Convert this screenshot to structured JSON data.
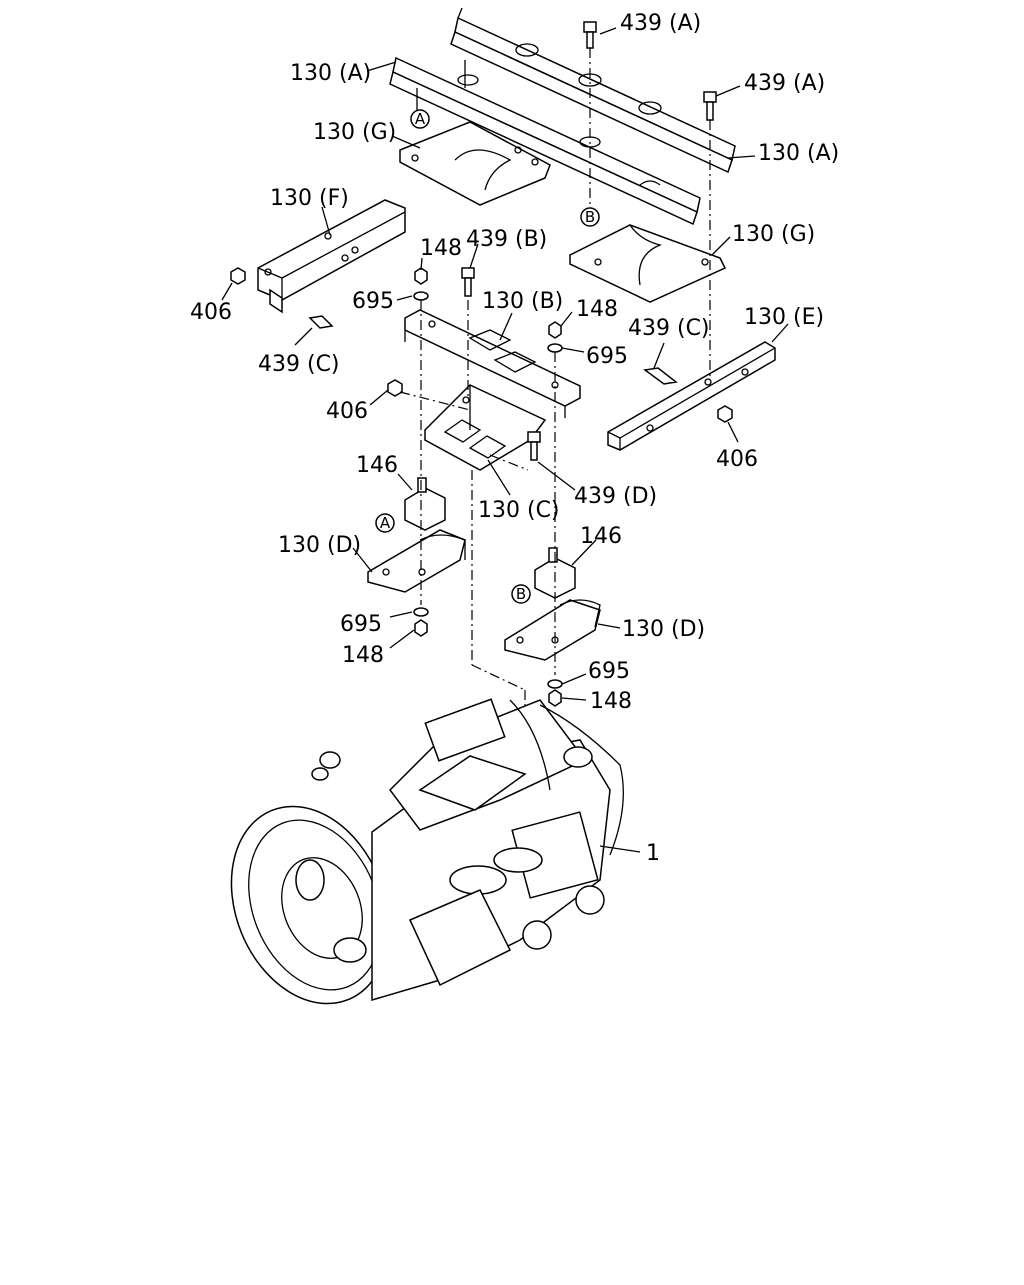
{
  "callouts": [
    "130 (A)",
    "439 (A)",
    "439 (A)",
    "130 (A)",
    "130 (G)",
    "130 (G)",
    "130 (F)",
    "406",
    "439 (C)",
    "148",
    "439 (B)",
    "695",
    "130 (B)",
    "148",
    "695",
    "439 (C)",
    "130 (E)",
    "406",
    "406",
    "439 (D)",
    "130 (C)",
    "146",
    "130 (D)",
    "695",
    "148",
    "146",
    "130 (D)",
    "695",
    "148",
    "1"
  ],
  "markers": [
    "A",
    "B",
    "A",
    "B"
  ]
}
